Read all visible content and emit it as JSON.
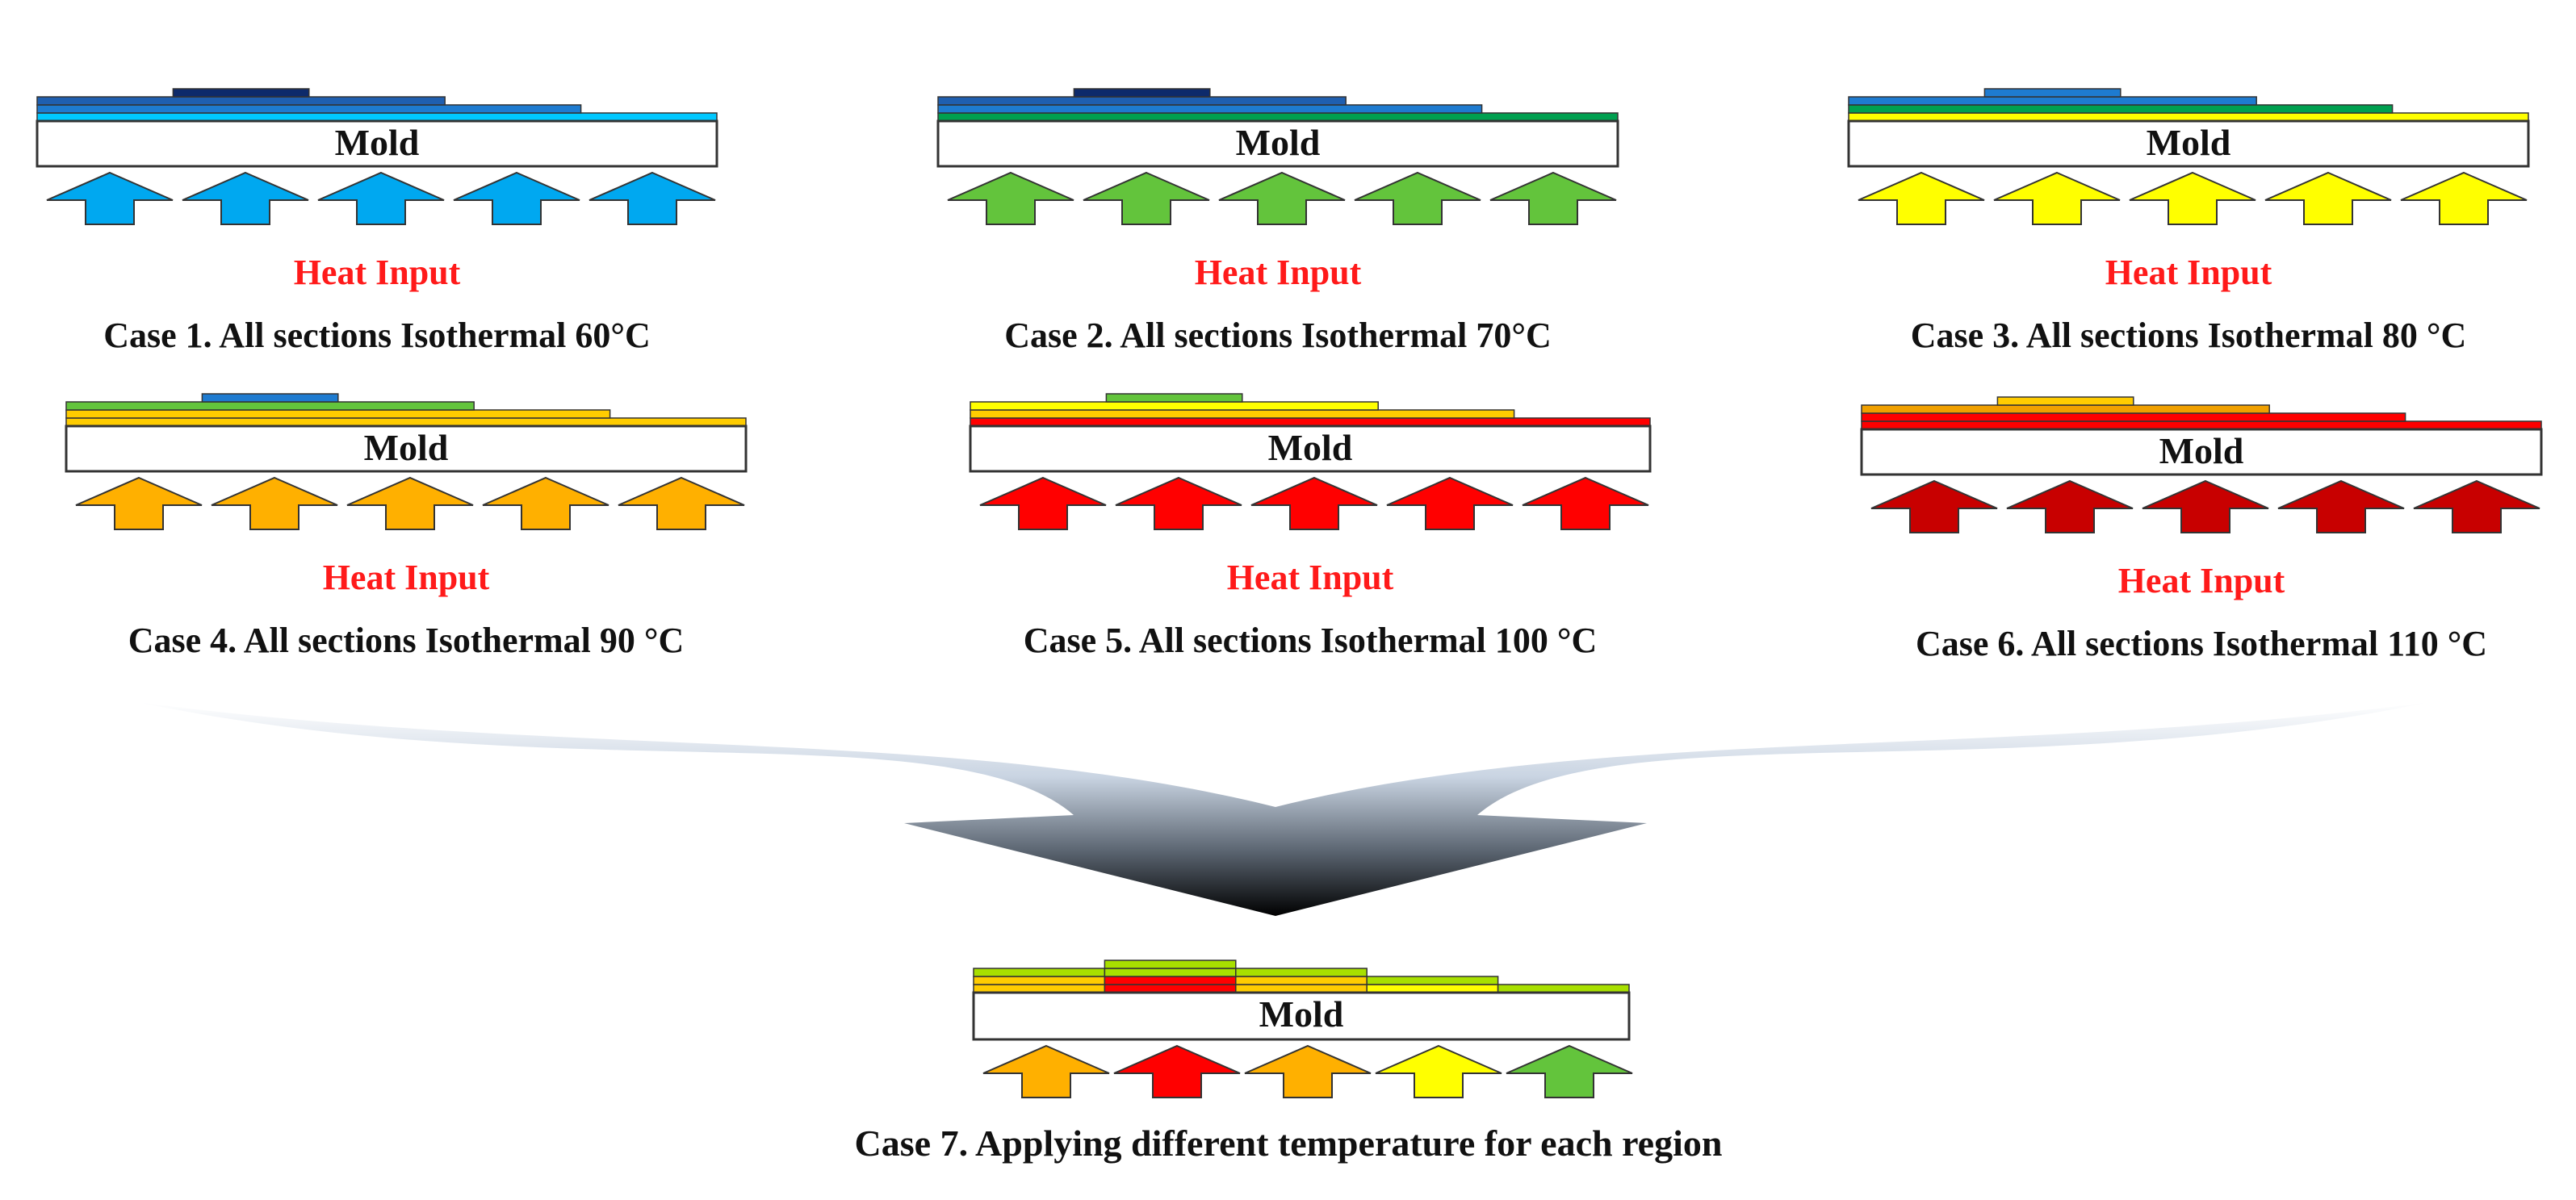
{
  "mold_label": "Mold",
  "heat_label": "Heat Input",
  "colors": {
    "heat_text": "#ff1a1a",
    "blue": "#00a8f0",
    "green": "#63c43c",
    "yellow": "#ffff00",
    "orange": "#ffb000",
    "red": "#ff0000",
    "darkred": "#c80000",
    "navy": "#0d2a6b",
    "mid_blue": "#1f5fb0",
    "light_blue": "#1e7bd0",
    "sky": "#00c8ff",
    "dark_green": "#00a050",
    "lime": "#a8e000",
    "gold": "#ffcc00",
    "deep_orange": "#f0a000"
  },
  "cases": [
    {
      "caption": "Case 1.  All sections Isothermal 60°C",
      "arrow_color": "blue"
    },
    {
      "caption": "Case 2.  All sections Isothermal 70°C",
      "arrow_color": "green"
    },
    {
      "caption": "Case 3.  All sections Isothermal 80 °C",
      "arrow_color": "yellow"
    },
    {
      "caption": "Case 4.  All sections Isothermal 90 °C",
      "arrow_color": "orange"
    },
    {
      "caption": "Case 5.  All sections Isothermal 100 °C",
      "arrow_color": "red"
    },
    {
      "caption": "Case 6.  All sections Isothermal 110 °C",
      "arrow_color": "darkred"
    }
  ],
  "case7": {
    "caption": "Case 7. Applying different temperature for each region",
    "arrow_colors": [
      "orange",
      "red",
      "orange",
      "yellow",
      "green"
    ]
  }
}
